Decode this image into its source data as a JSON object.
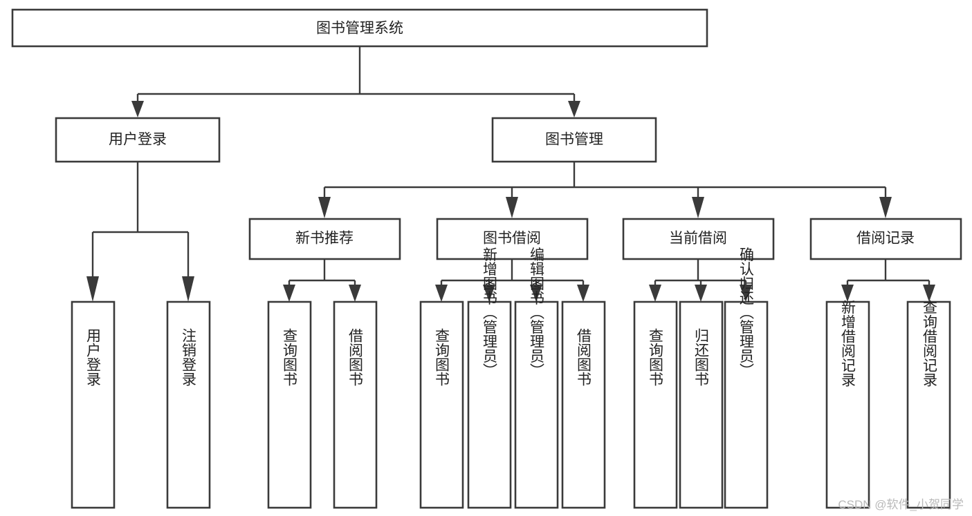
{
  "diagram": {
    "title": "图书管理系统",
    "type": "tree",
    "watermark": "CSDN @软件_小贺同学",
    "colors": {
      "box_stroke": "#3a3a3a",
      "box_fill": "#ffffff",
      "text": "#222222",
      "connector": "#3a3a3a",
      "watermark": "#b9b9b9",
      "background": "#ffffff"
    },
    "levels": {
      "root": {
        "label": "图书管理系统"
      },
      "level2": [
        {
          "id": "user-login",
          "label": "用户登录"
        },
        {
          "id": "book-management",
          "label": "图书管理"
        }
      ],
      "level3": [
        {
          "id": "new-book-recommend",
          "label": "新书推荐",
          "parent": "book-management"
        },
        {
          "id": "book-borrow",
          "label": "图书借阅",
          "parent": "book-management"
        },
        {
          "id": "current-borrow",
          "label": "当前借阅",
          "parent": "book-management"
        },
        {
          "id": "borrow-record",
          "label": "借阅记录",
          "parent": "book-management"
        }
      ],
      "leaves": [
        {
          "id": "leaf-user-login",
          "label": "用户登录",
          "parent": "user-login"
        },
        {
          "id": "leaf-logout-login",
          "label": "注销登录",
          "parent": "user-login"
        },
        {
          "id": "leaf-query-book-1",
          "label": "查询图书",
          "parent": "new-book-recommend"
        },
        {
          "id": "leaf-borrow-book-1",
          "label": "借阅图书",
          "parent": "new-book-recommend"
        },
        {
          "id": "leaf-query-book-2",
          "label": "查询图书",
          "parent": "book-borrow"
        },
        {
          "id": "leaf-add-book",
          "label": "新增图书（管理员）",
          "parent": "book-borrow"
        },
        {
          "id": "leaf-edit-book",
          "label": "编辑图书（管理员）",
          "parent": "book-borrow"
        },
        {
          "id": "leaf-borrow-book-2",
          "label": "借阅图书",
          "parent": "book-borrow"
        },
        {
          "id": "leaf-query-book-3",
          "label": "查询图书",
          "parent": "current-borrow"
        },
        {
          "id": "leaf-return-book",
          "label": "归还图书",
          "parent": "current-borrow"
        },
        {
          "id": "leaf-confirm-return",
          "label": "确认归还（管理员）",
          "parent": "current-borrow"
        },
        {
          "id": "leaf-add-record",
          "label": "新增借阅记录",
          "parent": "borrow-record"
        },
        {
          "id": "leaf-query-record",
          "label": "查询借阅记录",
          "parent": "borrow-record"
        }
      ]
    }
  }
}
